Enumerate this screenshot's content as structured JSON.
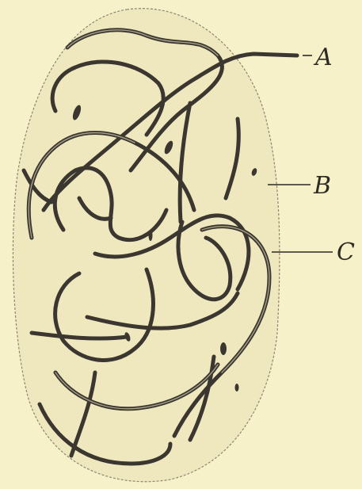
{
  "figure": {
    "labels": {
      "a": "A",
      "b": "B",
      "c": "C"
    },
    "colors": {
      "paper": "#f6f1c9",
      "cell_fill": "#efe8bf",
      "outline": "#8d8672",
      "strand_dark": "#3b3730",
      "strand_highlight": "#a59e86",
      "ink": "#2e2b24"
    }
  }
}
